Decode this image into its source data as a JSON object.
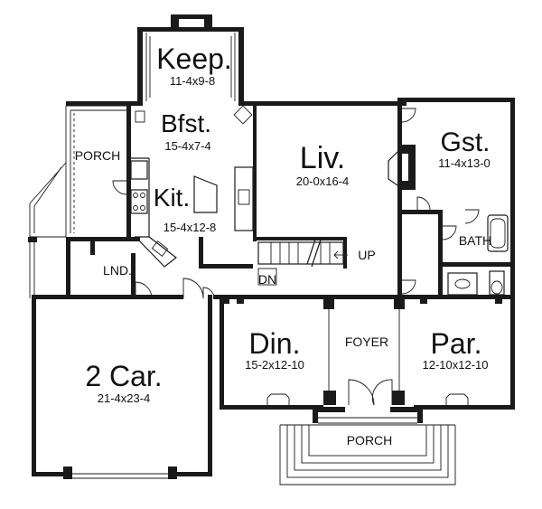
{
  "plan": {
    "rooms": [
      {
        "id": "keep",
        "name": "Keep.",
        "dims": "11-4x9-8"
      },
      {
        "id": "bfst",
        "name": "Bfst.",
        "dims": "15-4x7-4"
      },
      {
        "id": "kit",
        "name": "Kit.",
        "dims": "15-4x12-8"
      },
      {
        "id": "liv",
        "name": "Liv.",
        "dims": "20-0x16-4"
      },
      {
        "id": "gst",
        "name": "Gst.",
        "dims": "11-4x13-0"
      },
      {
        "id": "din",
        "name": "Din.",
        "dims": "15-2x12-10"
      },
      {
        "id": "par",
        "name": "Par.",
        "dims": "12-10x12-10"
      },
      {
        "id": "garage",
        "name": "2 Car.",
        "dims": "21-4x23-4"
      }
    ],
    "labels": {
      "porch_side": "PORCH",
      "porch_front": "PORCH",
      "foyer": "FOYER",
      "bath": "BATH",
      "lnd": "LND.",
      "up": "UP",
      "dn": "DN"
    }
  }
}
